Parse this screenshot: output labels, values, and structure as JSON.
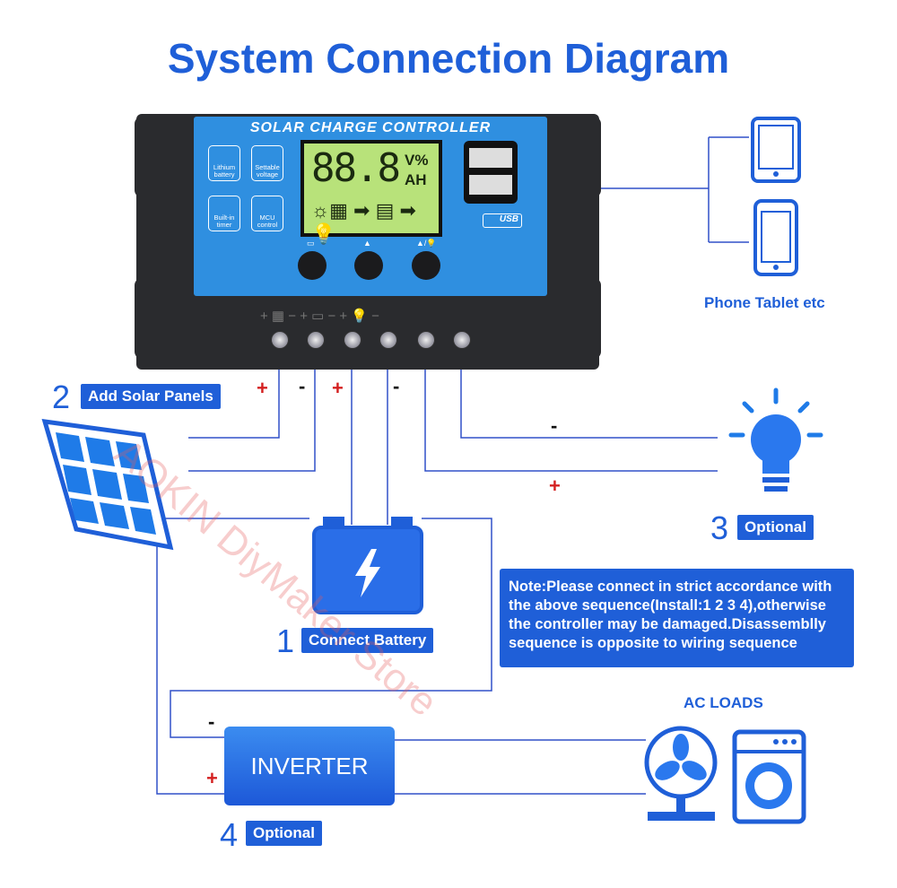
{
  "title": "System Connection Diagram",
  "controller": {
    "header": "SOLAR CHARGE CONTROLLER",
    "features": [
      "Lithium battery",
      "Settable voltage",
      "Built-in timer",
      "MCU control"
    ],
    "lcd_digits": "88.8",
    "lcd_units_top": "V%",
    "lcd_units_bottom": "AH",
    "lcd_flow": "☼▦ ➡ ▤ ➡ 💡",
    "button_labels": [
      "▭",
      "▲",
      "▲/💡"
    ],
    "usb_label": "USB",
    "terminal_labels": "+ ▦ −   + ▭ −   + 💡 −"
  },
  "steps": [
    {
      "number": "1",
      "label": "Connect Battery"
    },
    {
      "number": "2",
      "label": "Add Solar Panels"
    },
    {
      "number": "3",
      "label": "Optional"
    },
    {
      "number": "4",
      "label": "Optional"
    }
  ],
  "signs": {
    "plus": "+",
    "minus": "-"
  },
  "phone_label": "Phone Tablet etc",
  "ac_label": "AC LOADS",
  "inverter_label": "INVERTER",
  "note": "Note:Please connect in strict accordance with the above sequence(Install:1 2 3 4),otherwise the controller may be damaged.Disassemblly sequence is opposite to wiring sequence",
  "watermark": "AOKIN DiyMaker Store",
  "colors": {
    "brand_blue": "#1f5fd8",
    "wire": "#3050c8",
    "plus": "#d42020"
  }
}
